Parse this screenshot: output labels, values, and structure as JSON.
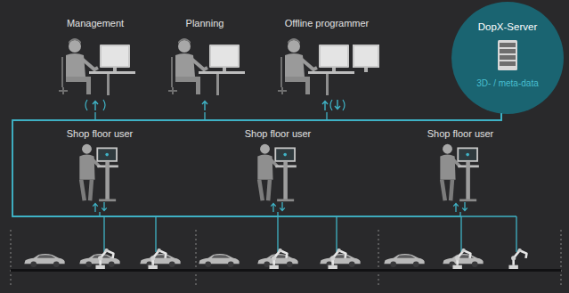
{
  "diagram": {
    "nodes": [
      {
        "text": [
          "Management"
        ]
      },
      {
        "text": [
          "Planning"
        ]
      },
      {
        "text": [
          "Offline programmer"
        ]
      },
      {
        "text": [
          "DopX-Server",
          "3D- / meta-data"
        ]
      },
      {
        "text": [
          "Shop floor user"
        ]
      },
      {
        "text": [
          "Shop floor user"
        ]
      },
      {
        "text": [
          "Shop floor user"
        ]
      }
    ],
    "edges": [
      {
        "from": 3,
        "to": 0,
        "arrow": "none"
      },
      {
        "from": 3,
        "to": 1,
        "arrow": "none"
      },
      {
        "from": 3,
        "to": 2,
        "arrow": "none"
      },
      {
        "from": 3,
        "to": 4,
        "arrow": "none"
      },
      {
        "from": 3,
        "to": 5,
        "arrow": "none"
      },
      {
        "from": 3,
        "to": 6,
        "arrow": "none"
      }
    ]
  }
}
